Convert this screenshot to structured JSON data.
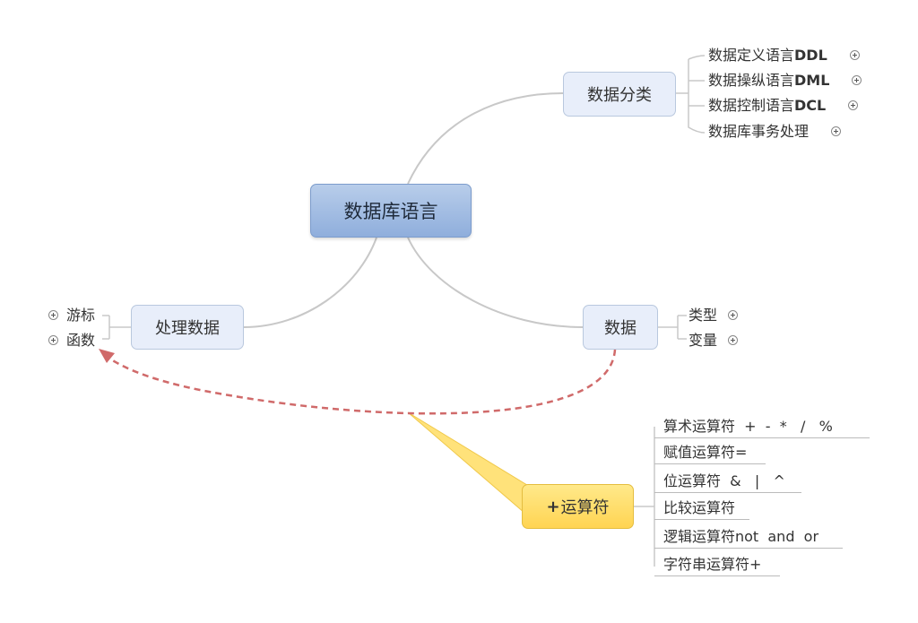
{
  "central": {
    "label": "数据库语言"
  },
  "topics": {
    "data_category": {
      "label": "数据分类",
      "children": [
        {
          "text": "数据定义语言",
          "bold": "DDL"
        },
        {
          "text": "数据操纵语言",
          "bold": "DML"
        },
        {
          "text": "数据控制语言",
          "bold": "DCL"
        },
        {
          "text": "数据库事务处理",
          "bold": ""
        }
      ]
    },
    "data": {
      "label": "数据",
      "children": [
        "类型",
        "变量"
      ]
    },
    "process_data": {
      "label": "处理数据",
      "children": [
        "游标",
        "函数"
      ]
    }
  },
  "callout": {
    "plus": "+",
    "label": "运算符",
    "items": [
      "算术运算符  +  -  *   /   %",
      "赋值运算符=",
      "位运算符  &   |   ^",
      "比较运算符",
      "逻辑运算符not  and  or",
      "字符串运算符+"
    ]
  },
  "colors": {
    "connector": "#c8c8c8",
    "relationship": "#d06a6a",
    "callout_pointer": "#ffe27a"
  }
}
